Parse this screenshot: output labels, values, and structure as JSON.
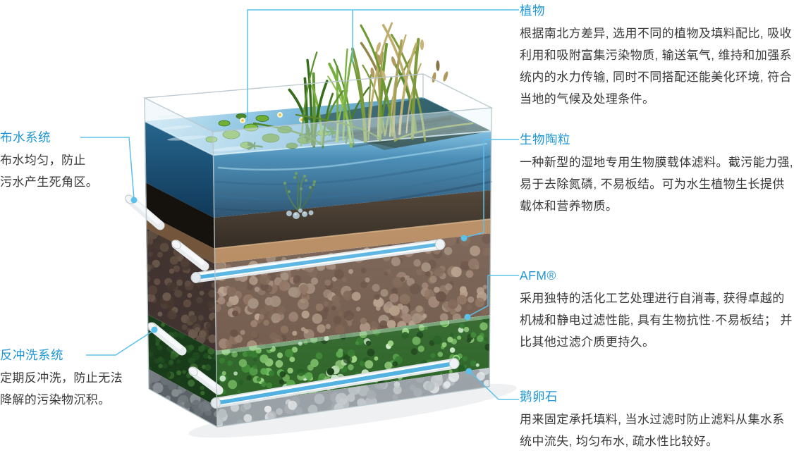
{
  "colors": {
    "accent": "#2097d3",
    "leader": "#5bc0ea",
    "body_text": "#3a3a3a"
  },
  "left_labels": [
    {
      "id": "water-distribution",
      "title": "布水系统",
      "body": "布水均匀，防止\n污水产生死角区。"
    },
    {
      "id": "backwash",
      "title": "反冲洗系统",
      "body": "定期反冲洗，防止无法\n降解的污染物沉积。"
    }
  ],
  "right_labels": [
    {
      "id": "plants",
      "title": "植物",
      "body": "根据南北方差异, 选用不同的植物及填料配比, 吸收利用和吸附富集污染物质, 输送氧气, 维持和加强系统内的水力传输, 同时不同搭配还能美化环境, 符合当地的气候及处理条件。"
    },
    {
      "id": "bio-ceramic",
      "title": "生物陶粒",
      "body": "一种新型的湿地专用生物膜载体滤料。截污能力强, 易于去除氮磷, 不易板结。可为水生植物生长提供载体和营养物质。"
    },
    {
      "id": "afm",
      "title": "AFM®",
      "body": "采用独特的活化工艺处理进行自消毒, 获得卓越的机械和静电过滤性能, 具有生物抗性·不易板结； 并比其他过滤介质更持久。"
    },
    {
      "id": "cobblestone",
      "title": "鹅卵石",
      "body": "用来固定承托填料, 当水过滤时防止滤料从集水系统中流失, 均匀布水, 疏水性比较好。"
    }
  ]
}
